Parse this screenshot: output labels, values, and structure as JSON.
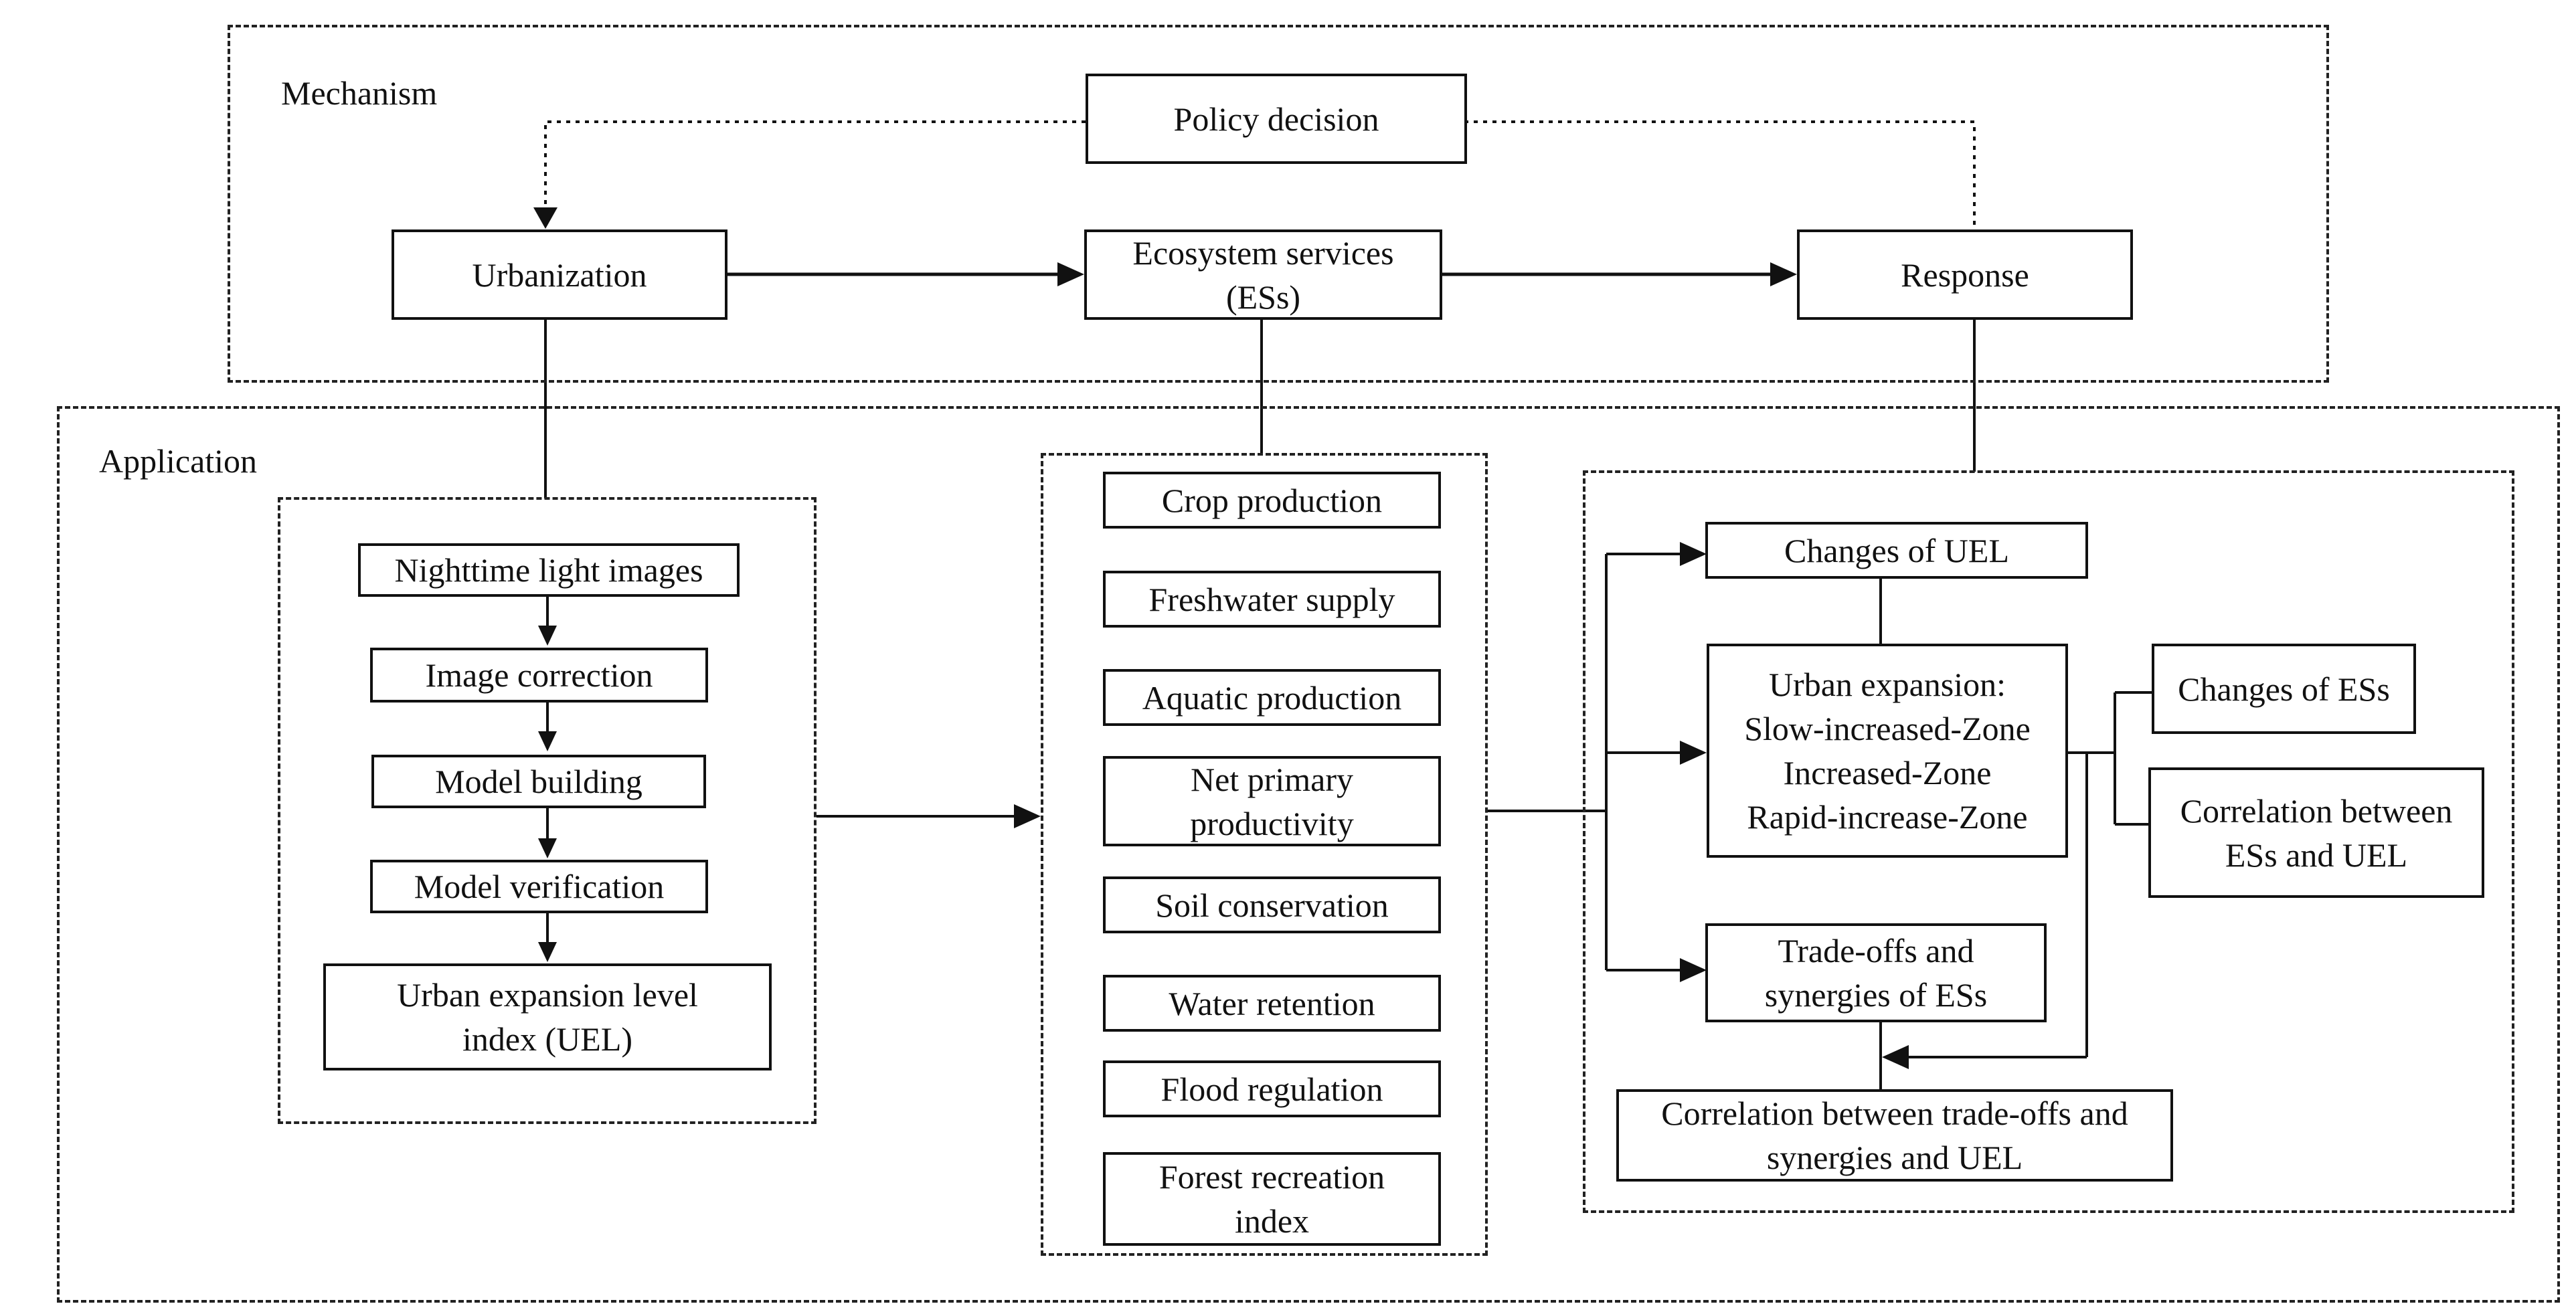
{
  "mechanism": {
    "label": "Mechanism",
    "policy": "Policy decision",
    "urbanization": "Urbanization",
    "ecosystem_services": "Ecosystem services\n(ESs)",
    "response": "Response"
  },
  "application": {
    "label": "Application",
    "urban_steps": [
      "Nighttime light images",
      "Image correction",
      "Model building",
      "Model verification",
      "Urban expansion level\nindex (UEL)"
    ],
    "es_items": [
      "Crop production",
      "Freshwater supply",
      "Aquatic production",
      "Net primary\nproductivity",
      "Soil conservation",
      "Water retention",
      "Flood regulation",
      "Forest recreation\nindex"
    ],
    "response_items": {
      "changes_uel": "Changes of UEL",
      "urban_expansion": "Urban expansion:\nSlow-increased-Zone\nIncreased-Zone\nRapid-increase-Zone",
      "tradeoffs": "Trade-offs and\nsynergies of ESs",
      "corr_tradeoffs": "Correlation between trade-offs and\nsynergies and UEL",
      "changes_ess": "Changes of ESs",
      "corr_ess_uel": "Correlation between\nESs and UEL"
    }
  }
}
